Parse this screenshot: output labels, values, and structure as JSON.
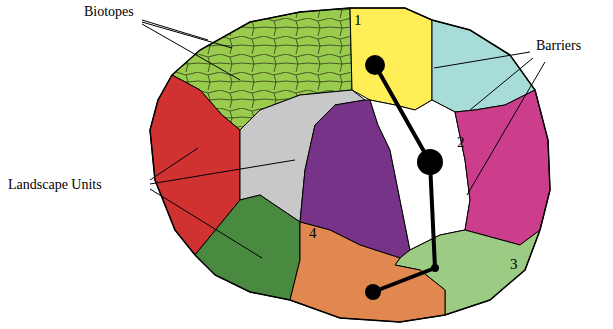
{
  "diagram": {
    "labels": [
      "Biotopes",
      "Barriers",
      "Landscape Units",
      "1",
      "2",
      "3",
      "4"
    ]
  }
}
